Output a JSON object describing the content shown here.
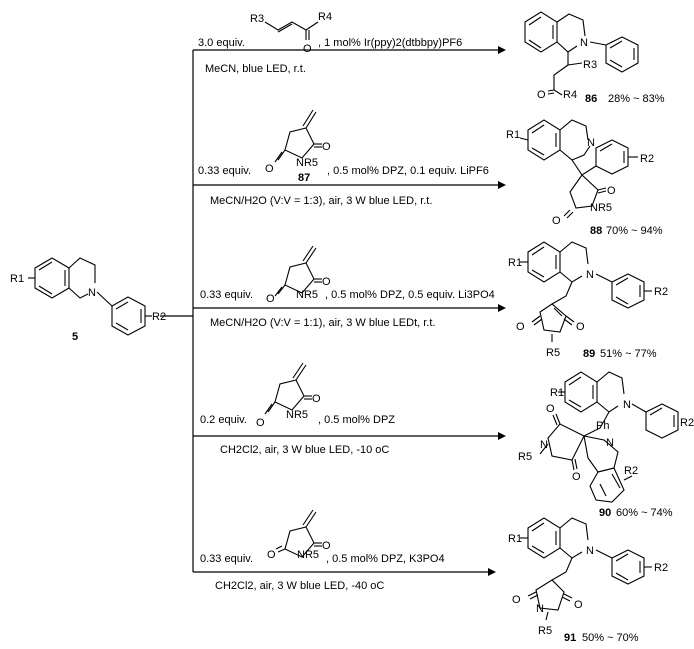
{
  "substrate": {
    "compound_number": "5",
    "r1": "R1",
    "r2": "R2",
    "n": "N"
  },
  "reactions": [
    {
      "reagent_equiv": "3.0 equiv.",
      "reagent_r3": "R3",
      "reagent_r4": "R4",
      "reagent_o": "O",
      "catalyst": ", 1 mol% Ir(ppy)2(dtbbpy)PF6",
      "conditions": "MeCN, blue LED, r.t.",
      "product_number": "86",
      "yield": "28% ~ 83%",
      "product_r3": "R3",
      "product_r4": "R4",
      "product_o": "O",
      "product_n": "N"
    },
    {
      "reagent_equiv": "0.33 equiv.",
      "reagent_number": "87",
      "catalyst": ", 0.5 mol% DPZ, 0.1 equiv. LiPF6",
      "conditions": "MeCN/H2O (V:V = 1:3), air, 3 W blue LED, r.t.",
      "product_number": "88",
      "yield": "70% ~ 94%",
      "product_r1": "R1",
      "product_r2": "R2",
      "product_r5": "NR5",
      "product_n": "N",
      "product_o": "O"
    },
    {
      "reagent_equiv": "0.33 equiv.",
      "catalyst": ", 0.5 mol% DPZ, 0.5 equiv. Li3PO4",
      "conditions": "MeCN/H2O (V:V = 1:1), air, 3 W blue LEDt, r.t.",
      "product_number": "89",
      "yield": "51% ~ 77%",
      "product_r1": "R1",
      "product_r2": "R2",
      "product_r5": "R5",
      "product_n": "N",
      "product_o": "O"
    },
    {
      "reagent_equiv": "0.2 equiv.",
      "catalyst": ", 0.5 mol% DPZ",
      "conditions": "CH2Cl2, air, 3 W blue LED, -10 oC",
      "product_number": "90",
      "yield": "60% ~ 74%",
      "product_r1": "R1",
      "product_r2": "R2",
      "product_r5": "R5",
      "product_ph": "Ph",
      "product_n": "N",
      "product_o": "O"
    },
    {
      "reagent_equiv": "0.33 equiv.",
      "catalyst": ", 0.5 mol% DPZ, K3PO4",
      "conditions": "CH2Cl2, air, 3 W blue LED, -40 oC",
      "product_number": "91",
      "yield": "50% ~ 70%",
      "product_r1": "R1",
      "product_r2": "R2",
      "product_r5": "R5",
      "product_n": "N",
      "product_o": "O"
    }
  ],
  "maleimide_reagent": {
    "nr5": "NR5",
    "o": "O"
  }
}
